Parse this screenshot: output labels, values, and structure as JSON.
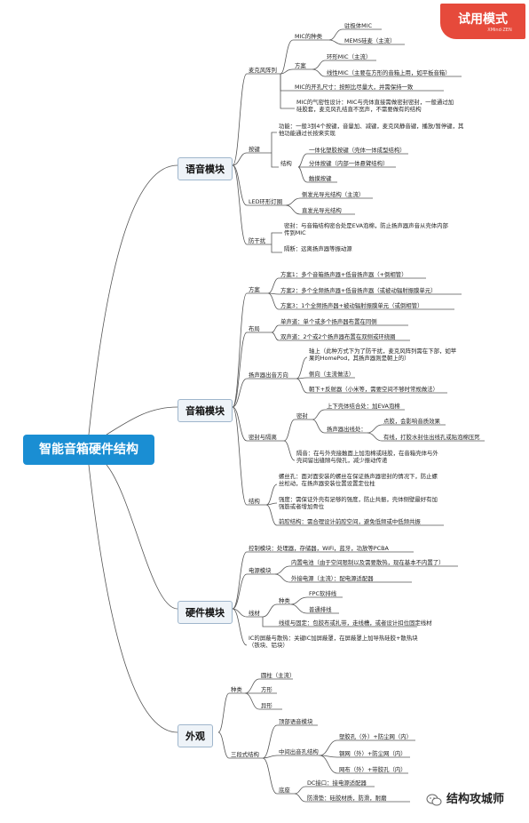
{
  "badge": {
    "title": "试用模式",
    "subtitle": "XMind·ZEN"
  },
  "watermark": {
    "text": "结构攻城师",
    "icon": "wechat-icon"
  },
  "root": "智能音箱硬件结构",
  "sections": {
    "voice": {
      "title": "语音模块",
      "mic_array": "麦克风阵列",
      "mic_type": "MIC的种类",
      "mic_type_a": "驻极体MIC",
      "mic_type_b": "MEMS硅麦（主流）",
      "plan": "方案",
      "plan_a": "环形MIC（主流）",
      "plan_b": "线性MIC（主要在方形的音箱上用，如平板音箱）",
      "spacing": "MIC的开孔尺寸：按照比尽量大，并需保持一致",
      "seal": "MIC的气密性设计：MIC与壳体直接需做密封密封，一般通过加硅胶套，麦克风孔结直不宽声，不需要做有的结构",
      "button": "按键",
      "button_func": "功能：一般3到4个按键，音量加、减键，麦克风静音键，播放/暂停键，其他功能通过长按来实现",
      "structure": "结构",
      "s1": "一体化塑胶按键（壳体一体成型结构）",
      "s2": "分体按键（内部一体悬臂结构）",
      "s3": "触摸按键",
      "led": "LED环形灯圈",
      "led_a": "侧发光导光结构（主流）",
      "led_b": "直发光导光结构",
      "noise": "防干扰",
      "noise_a": "密封：与音箱结构密合处是EVA泡棉，防止扬声器声音从壳体内部传到MIC",
      "noise_b": "隔断：远离扬声器等振动源"
    },
    "speaker": {
      "title": "音箱模块",
      "scheme": "方案",
      "sc1": "方案1：多个音箱扬声器+低音扬声器（+倒相管）",
      "sc2": "方案2：多个全频扬声器+低音扬声器（或被动辐射振膜单元）",
      "sc3": "方案3：1个全频扬声器+被动辐射振膜单元（或倒相管）",
      "layout": "布局",
      "layout_a": "单声道：单个或多个扬声器布置在同侧",
      "layout_b": "双声道：2个或2个扬声器布置在双侧或环绕圈",
      "direction": "扬声器出音方向",
      "dir_a": "轴上（此种方式下为了防干扰，麦克风阵列需在下部，如苹果的HomePod，其扬声器则是朝上的）",
      "dir_b": "侧向（主流做法）",
      "dir_c": "朝下+反射器（小米等，需要空间不够时常规做法）",
      "seal_group": "密封与隔离",
      "seal_sub": "密封",
      "seal_up": "上下壳体结合处：加EVA泡棉",
      "seal_box": "扬声器出线处：",
      "seal_box_a": "点胶，会影响音质效果",
      "seal_box_b": "有线，打胶水封住出线孔或贴泡棉压死",
      "isolate": "隔音：在与外壳接触面上加泡棉或硅胶，在音箱壳体与外壳间留出缝隙与微孔，减少振动传递",
      "struct": "结构",
      "st1": "螺丝孔：面对面安装的螺丝在保证扬声器密封的情况下，防止螺丝松动，在扬声器安装位置设置定位柱",
      "st2": "强度：需保证外壳有足够的强度，防止共振，壳体侧壁最好有加强筋或者增加骨位",
      "st3": "前腔结构：需合理设计前腔空间，避免低频或中低频共振"
    },
    "hardware": {
      "title": "硬件模块",
      "main_board": "控制模块：处理器，存储器，WiFi，蓝牙，功放等PCBA",
      "power": "电源模块",
      "power_a": "内置电池（由于空间限制以及需要散热，现在基本不内置了）",
      "power_b": "外接电源（主流）：配电源适配器",
      "wire": "线材",
      "wire_sub": "种类",
      "wire_a": "FPC软排线",
      "wire_b": "普通排线",
      "wire_c": "线缆与固定：包胶布或扎带，走线槽，或者设计扣位固定线材",
      "ic": "IC的屏蔽与散热：关键IC加屏蔽罩，在屏蔽罩上加导热硅胶+散热块（铁块、铝块）"
    },
    "appearance": {
      "title": "外观",
      "type": "种类",
      "type_a": "圆柱（主流）",
      "type_b": "方形",
      "type_c": "异形",
      "three": "三段式结构",
      "top": "顶部语音模块",
      "middle": "中间出音孔结构",
      "m1": "塑胶孔（外）+防尘网（内）",
      "m2": "钢网（外）+防尘网（内）",
      "m3": "网布（外）+带胶孔（内）",
      "bottom": "底座",
      "b1": "DC接口：接电源适配器",
      "b2": "防滑垫：硅胶材质，防滑，耐磨"
    }
  }
}
